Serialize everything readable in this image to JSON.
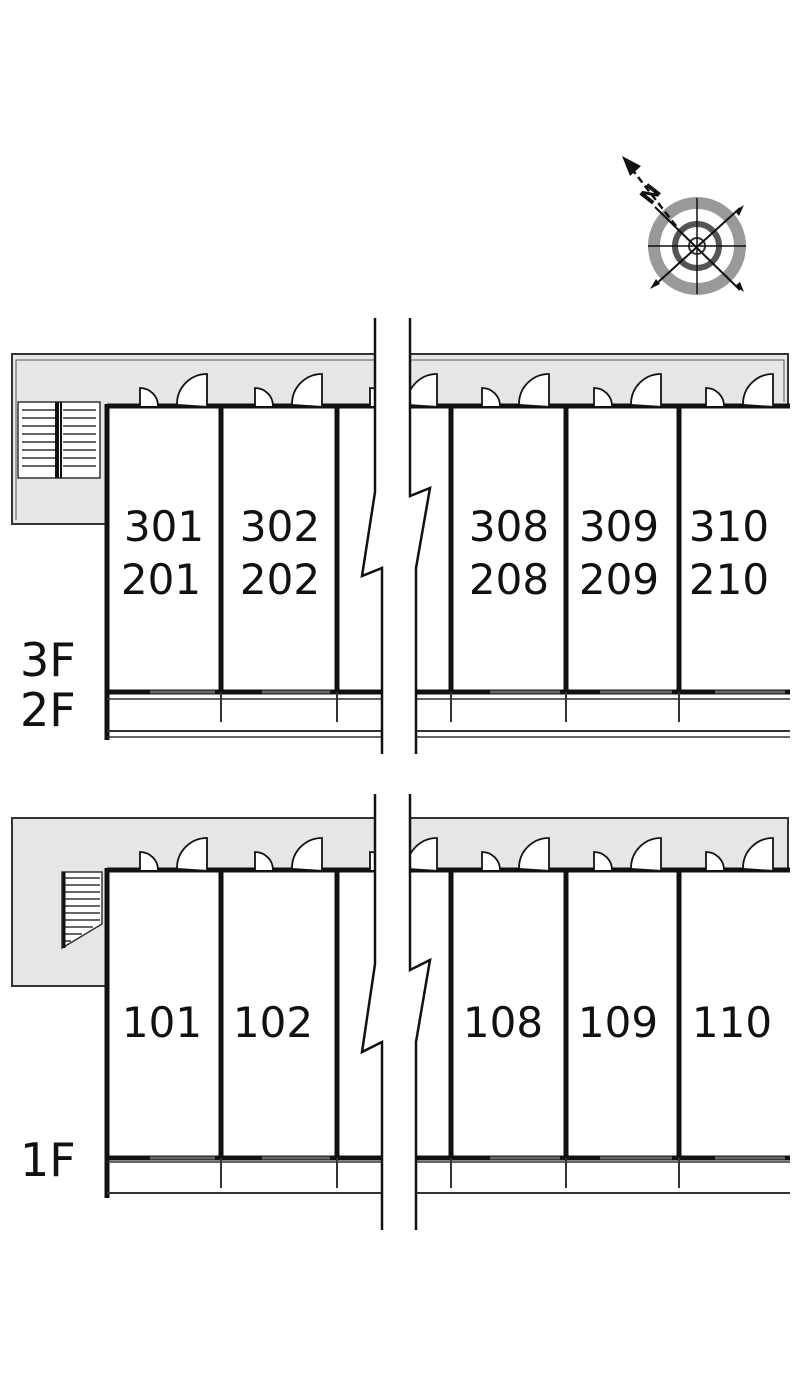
{
  "compass": {
    "north_label": "N"
  },
  "upper_block": {
    "floor_labels": [
      "3F",
      "2F"
    ],
    "units": [
      {
        "top": "301",
        "bottom": "201"
      },
      {
        "top": "302",
        "bottom": "202"
      },
      {
        "top": "308",
        "bottom": "208"
      },
      {
        "top": "309",
        "bottom": "209"
      },
      {
        "top": "310",
        "bottom": "210"
      }
    ]
  },
  "lower_block": {
    "floor_labels": [
      "1F"
    ],
    "units": [
      {
        "top": "101"
      },
      {
        "top": "102"
      },
      {
        "top": "108"
      },
      {
        "top": "109"
      },
      {
        "top": "110"
      }
    ]
  },
  "colors": {
    "corridor": "#e6e6e6",
    "wall": "#111111",
    "line": "#333333",
    "compass_ring": "#888888"
  }
}
